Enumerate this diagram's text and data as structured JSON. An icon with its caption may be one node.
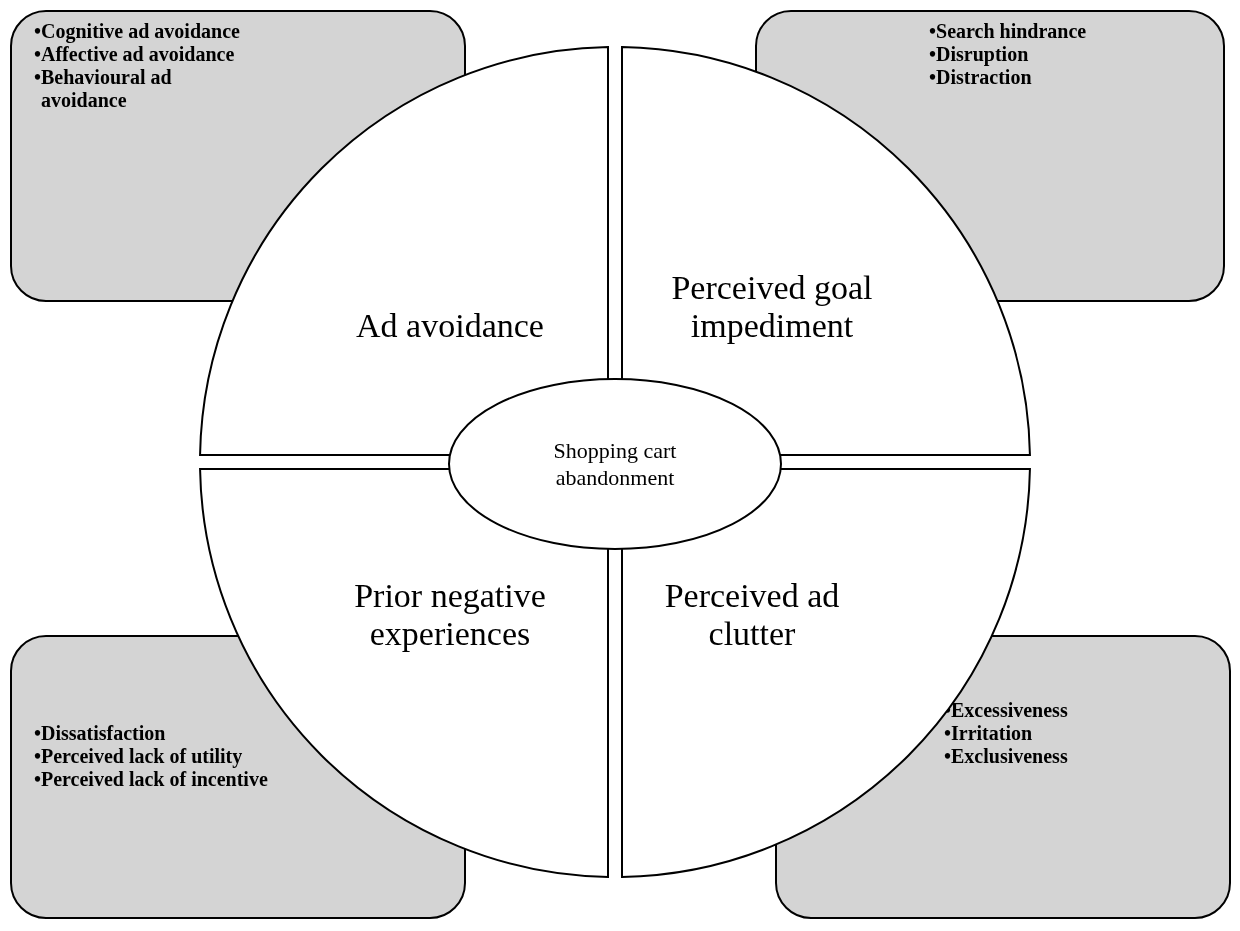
{
  "diagram": {
    "nodes": [
      {
        "text": [
          "•Cognitive ad avoidance",
          "•Affective ad avoidance",
          "•Behavioural ad avoidance"
        ]
      },
      {
        "text": [
          "•Search hindrance",
          "•Disruption",
          "•Distraction"
        ]
      },
      {
        "text": [
          "Ad avoidance"
        ]
      },
      {
        "text": [
          "Perceived goal impediment"
        ]
      },
      {
        "text": [
          "Shopping cart abandonment"
        ]
      },
      {
        "text": [
          "Prior negative experiences"
        ]
      },
      {
        "text": [
          "Perceived ad clutter"
        ]
      },
      {
        "text": [
          "•Dissatisfaction",
          "•Perceived lack of utility",
          "•Perceived lack of incentive"
        ]
      },
      {
        "text": [
          "•Excessiveness",
          "•Irritation",
          "•Exclusiveness"
        ]
      }
    ],
    "edges": []
  }
}
